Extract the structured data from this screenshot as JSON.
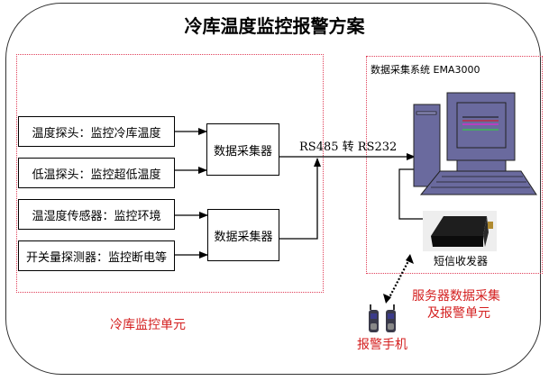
{
  "title": "冷库温度监控报警方案",
  "monitoring_unit": {
    "label": "冷库监控单元",
    "sensors": [
      {
        "label": "温度探头：监控冷库温度"
      },
      {
        "label": "低温探头：监控超低温度"
      },
      {
        "label": "温湿度传感器：监控环境"
      },
      {
        "label": "开关量探测器：监控断电等"
      }
    ],
    "collectors": [
      {
        "label": "数据采集器"
      },
      {
        "label": "数据采集器"
      }
    ]
  },
  "link_label": "RS485 转 RS232",
  "server_unit": {
    "system_label": "数据采集系统 EMA3000",
    "sms_device_label": "短信收发器",
    "unit_label_line1": "服务器数据采集",
    "unit_label_line2": "及报警单元"
  },
  "alarm_phone_label": "报警手机",
  "colors": {
    "region_border": "#e0405a",
    "unit_label": "#d42020",
    "computer_fill": "#6a6a9e"
  }
}
